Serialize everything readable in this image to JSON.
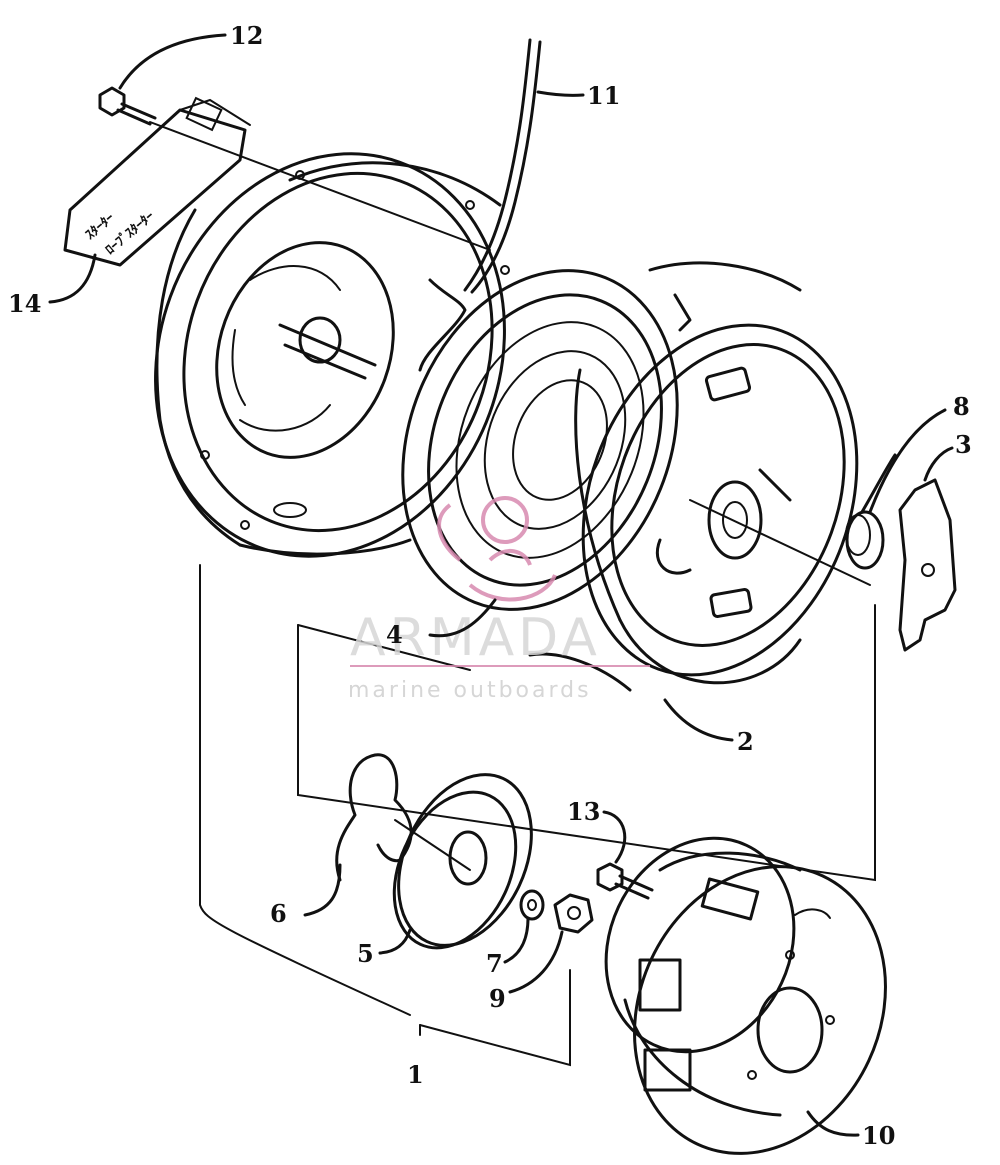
{
  "diagram": {
    "callouts": [
      "1",
      "2",
      "3",
      "4",
      "5",
      "6",
      "7",
      "8",
      "9",
      "10",
      "11",
      "12",
      "13",
      "14"
    ],
    "decal_text": [
      "ｽﾀｰﾀｰ",
      "ﾛｰﾌﾟｽﾀｰﾀｰ"
    ]
  },
  "watermark": {
    "brand": "ARMADA",
    "tagline": "marine outboards",
    "accent": "#c8287a"
  }
}
